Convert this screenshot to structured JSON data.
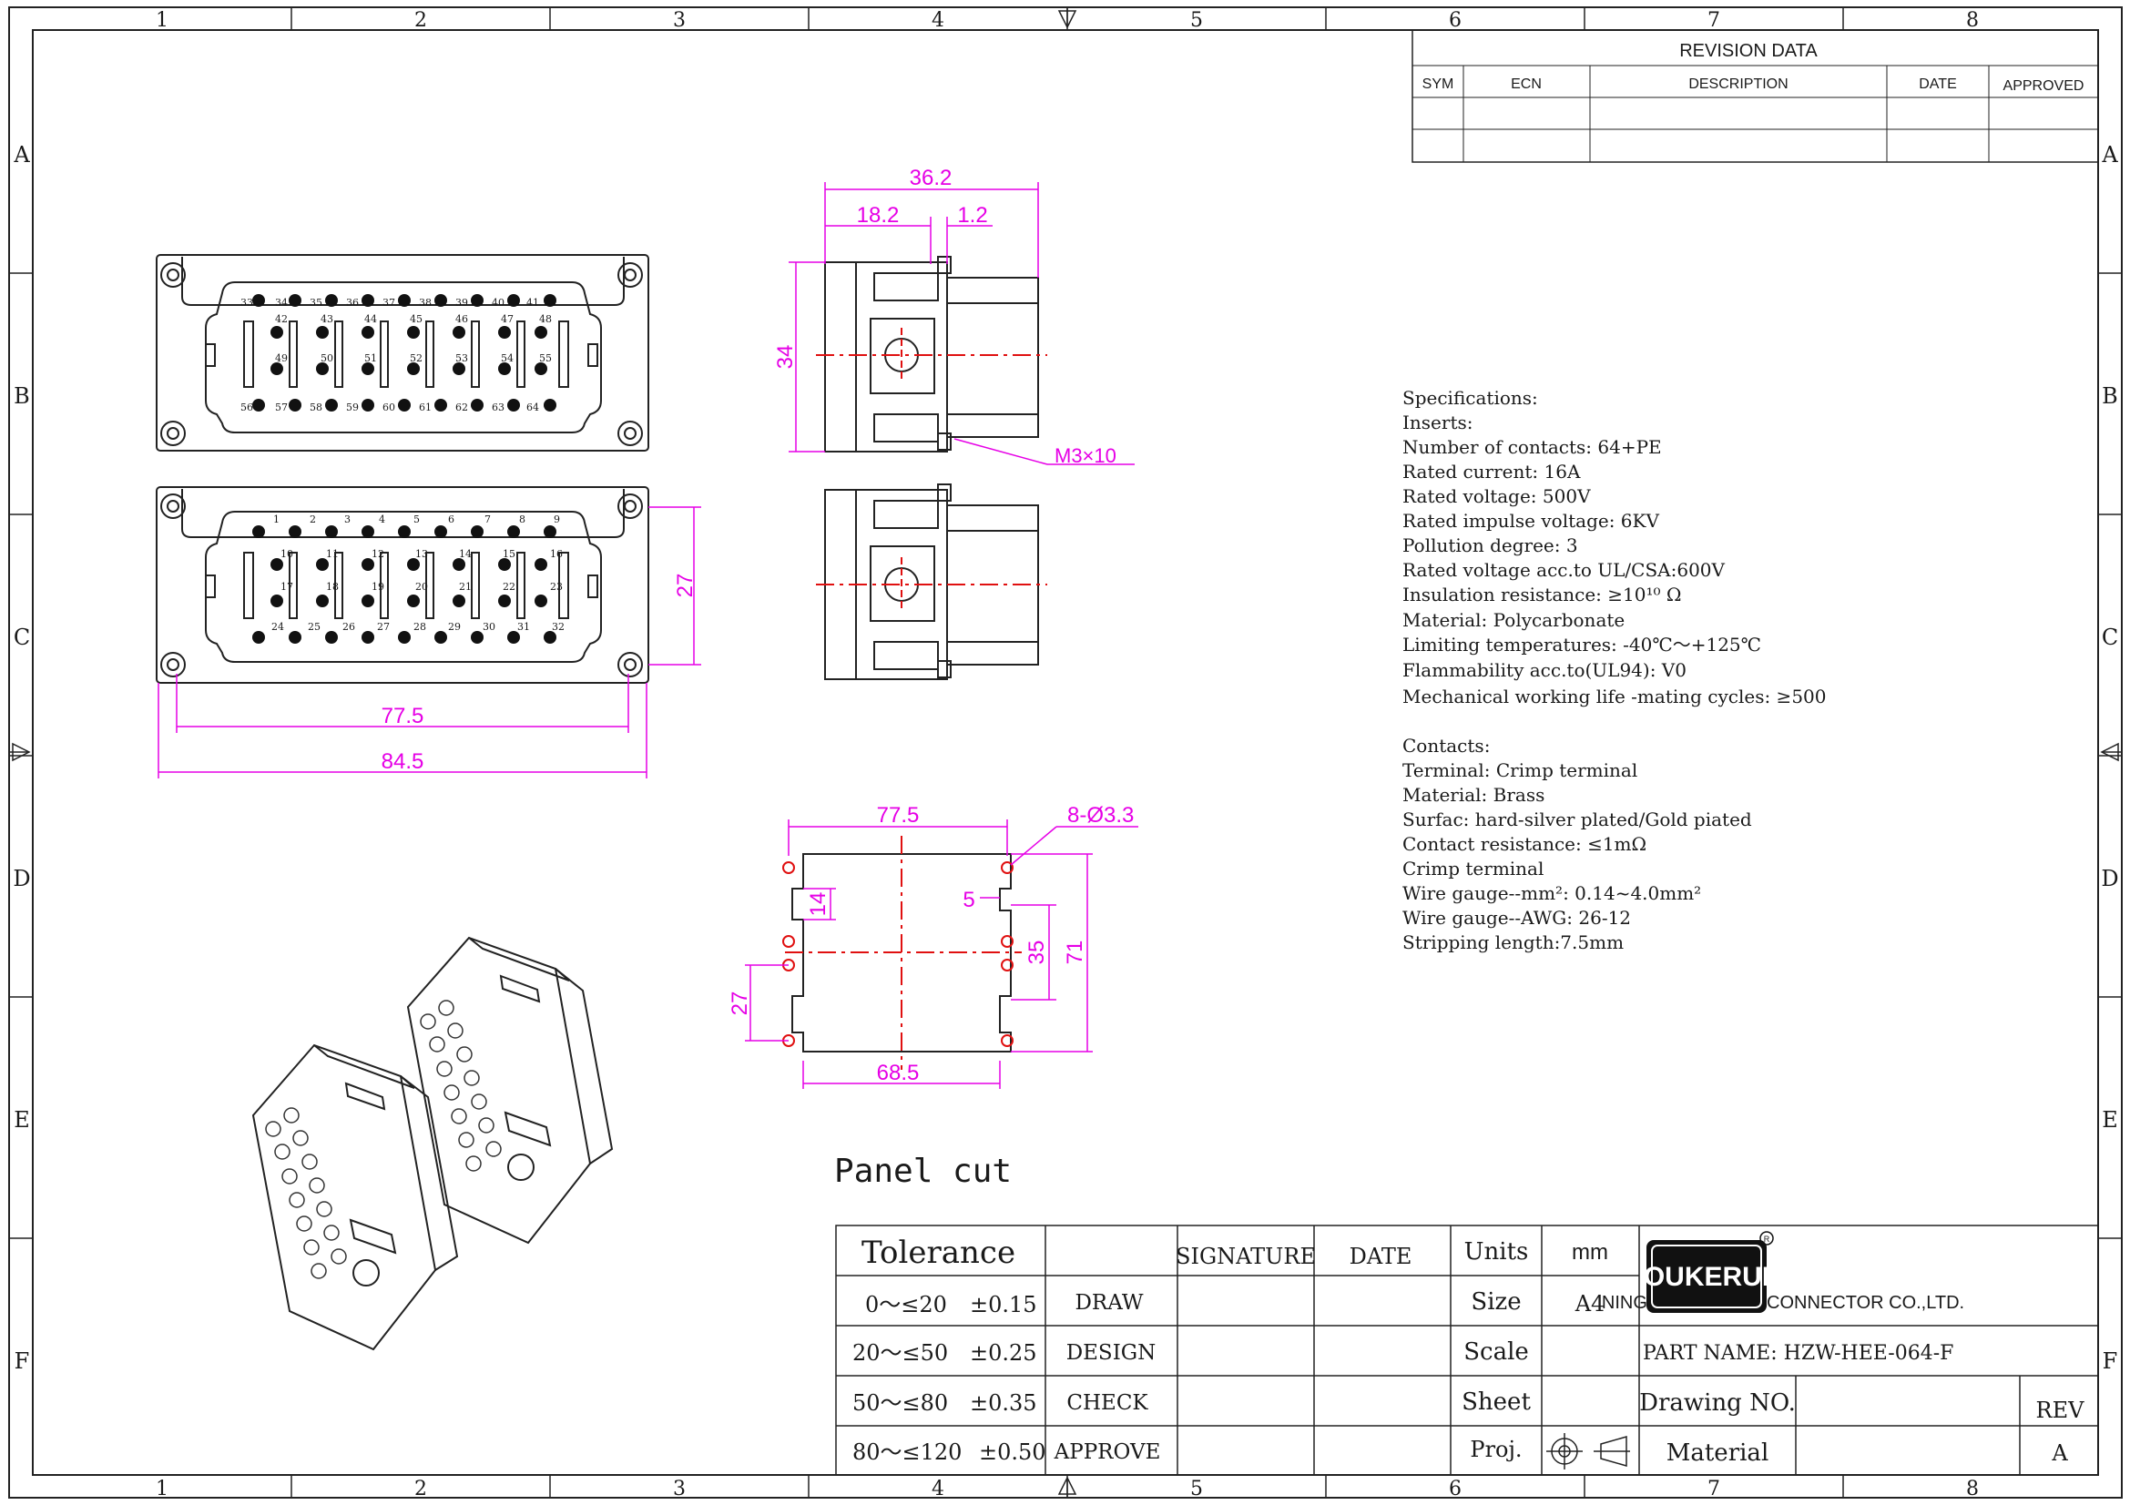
{
  "frame": {
    "column_labels": [
      "1",
      "2",
      "3",
      "4",
      "5",
      "6",
      "7",
      "8"
    ],
    "row_labels": [
      "A",
      "B",
      "C",
      "D",
      "E",
      "F"
    ]
  },
  "revision": {
    "title": "REVISION   DATA",
    "headers": [
      "SYM",
      "ECN",
      "DESCRIPTION",
      "DATE",
      "APPROVED"
    ]
  },
  "dimensions": {
    "side_width": "36.2",
    "side_left": "18.2",
    "side_right": "1.2",
    "side_height": "34",
    "screw": "M3×10",
    "front_height": "27",
    "front_inner_width": "77.5",
    "front_outer_width": "84.5",
    "cut_top": "77.5",
    "cut_holes": "8-Ø3.3",
    "cut_notch": "14",
    "cut_notch_right": "5",
    "cut_right_inner": "35",
    "cut_right_outer": "71",
    "cut_left": "27",
    "cut_bottom": "68.5"
  },
  "pin_labels": {
    "top_row": [
      "33",
      "34",
      "35",
      "36",
      "37",
      "38",
      "39",
      "40",
      "41"
    ],
    "top_row2": [
      "42",
      "43",
      "44",
      "45",
      "46",
      "47",
      "48"
    ],
    "top_row3": [
      "49",
      "50",
      "51",
      "52",
      "53",
      "54",
      "55"
    ],
    "top_row4": [
      "56",
      "57",
      "58",
      "59",
      "60",
      "61",
      "62",
      "63",
      "64"
    ],
    "bot_row": [
      "1",
      "2",
      "3",
      "4",
      "5",
      "6",
      "7",
      "8",
      "9"
    ],
    "bot_row2": [
      "10",
      "11",
      "12",
      "13",
      "14",
      "15",
      "16"
    ],
    "bot_row3": [
      "17",
      "18",
      "19",
      "20",
      "21",
      "22",
      "23"
    ],
    "bot_row4": [
      "24",
      "25",
      "26",
      "27",
      "28",
      "29",
      "30",
      "31",
      "32"
    ]
  },
  "panel_cut_label": "Panel cut",
  "specifications": {
    "heading": "Specifications:",
    "lines": [
      "Inserts:",
      "Number of contacts: 64+PE",
      "Rated current:  16A",
      "Rated voltage:  500V",
      "Rated impulse voltage:  6KV",
      "Pollution degree:  3",
      "Rated voltage acc.to UL/CSA:600V",
      "Insulation resistance:  ≥10¹⁰ Ω",
      "Material:  Polycarbonate",
      "Limiting temperatures:   -40℃～+125℃",
      "Flammability acc.to(UL94):  V0",
      "Mechanical working life -mating cycles:  ≥500"
    ],
    "contacts_heading": "Contacts:",
    "contacts_lines": [
      "Terminal: Crimp terminal",
      "Material:  Brass",
      "Surfac:  hard-silver plated/Gold piated",
      "Contact resistance:  ≤1mΩ",
      "Crimp terminal",
      "Wire gauge--mm²:   0.14~4.0mm²",
      "Wire gauge--AWG:   26-12",
      "Stripping length:7.5mm"
    ]
  },
  "title_block": {
    "tolerance": "Tolerance",
    "signature": "SIGNATURE",
    "date": "DATE",
    "units": "Units",
    "units_value": "mm",
    "tol_rows": [
      {
        "range": "0～≤20",
        "tol": "±0.15",
        "role": "DRAW"
      },
      {
        "range": "20～≤50",
        "tol": "±0.25",
        "role": "DESIGN"
      },
      {
        "range": "50～≤80",
        "tol": "±0.35",
        "role": "CHECK"
      },
      {
        "range": "80～≤120",
        "tol": "±0.50",
        "role": "APPROVE"
      }
    ],
    "size": "Size",
    "size_value": "A4",
    "scale": "Scale",
    "sheet": "Sheet",
    "proj": "Proj.",
    "logo": "OUKERUI",
    "company": "NINGBO OUKERUI CONNECTOR CO.,LTD.",
    "part_name": "PART NAME:  HZW-HEE-064-F",
    "drawing_no": "Drawing NO.",
    "rev": "REV",
    "material": "Material",
    "rev_value": "A"
  }
}
